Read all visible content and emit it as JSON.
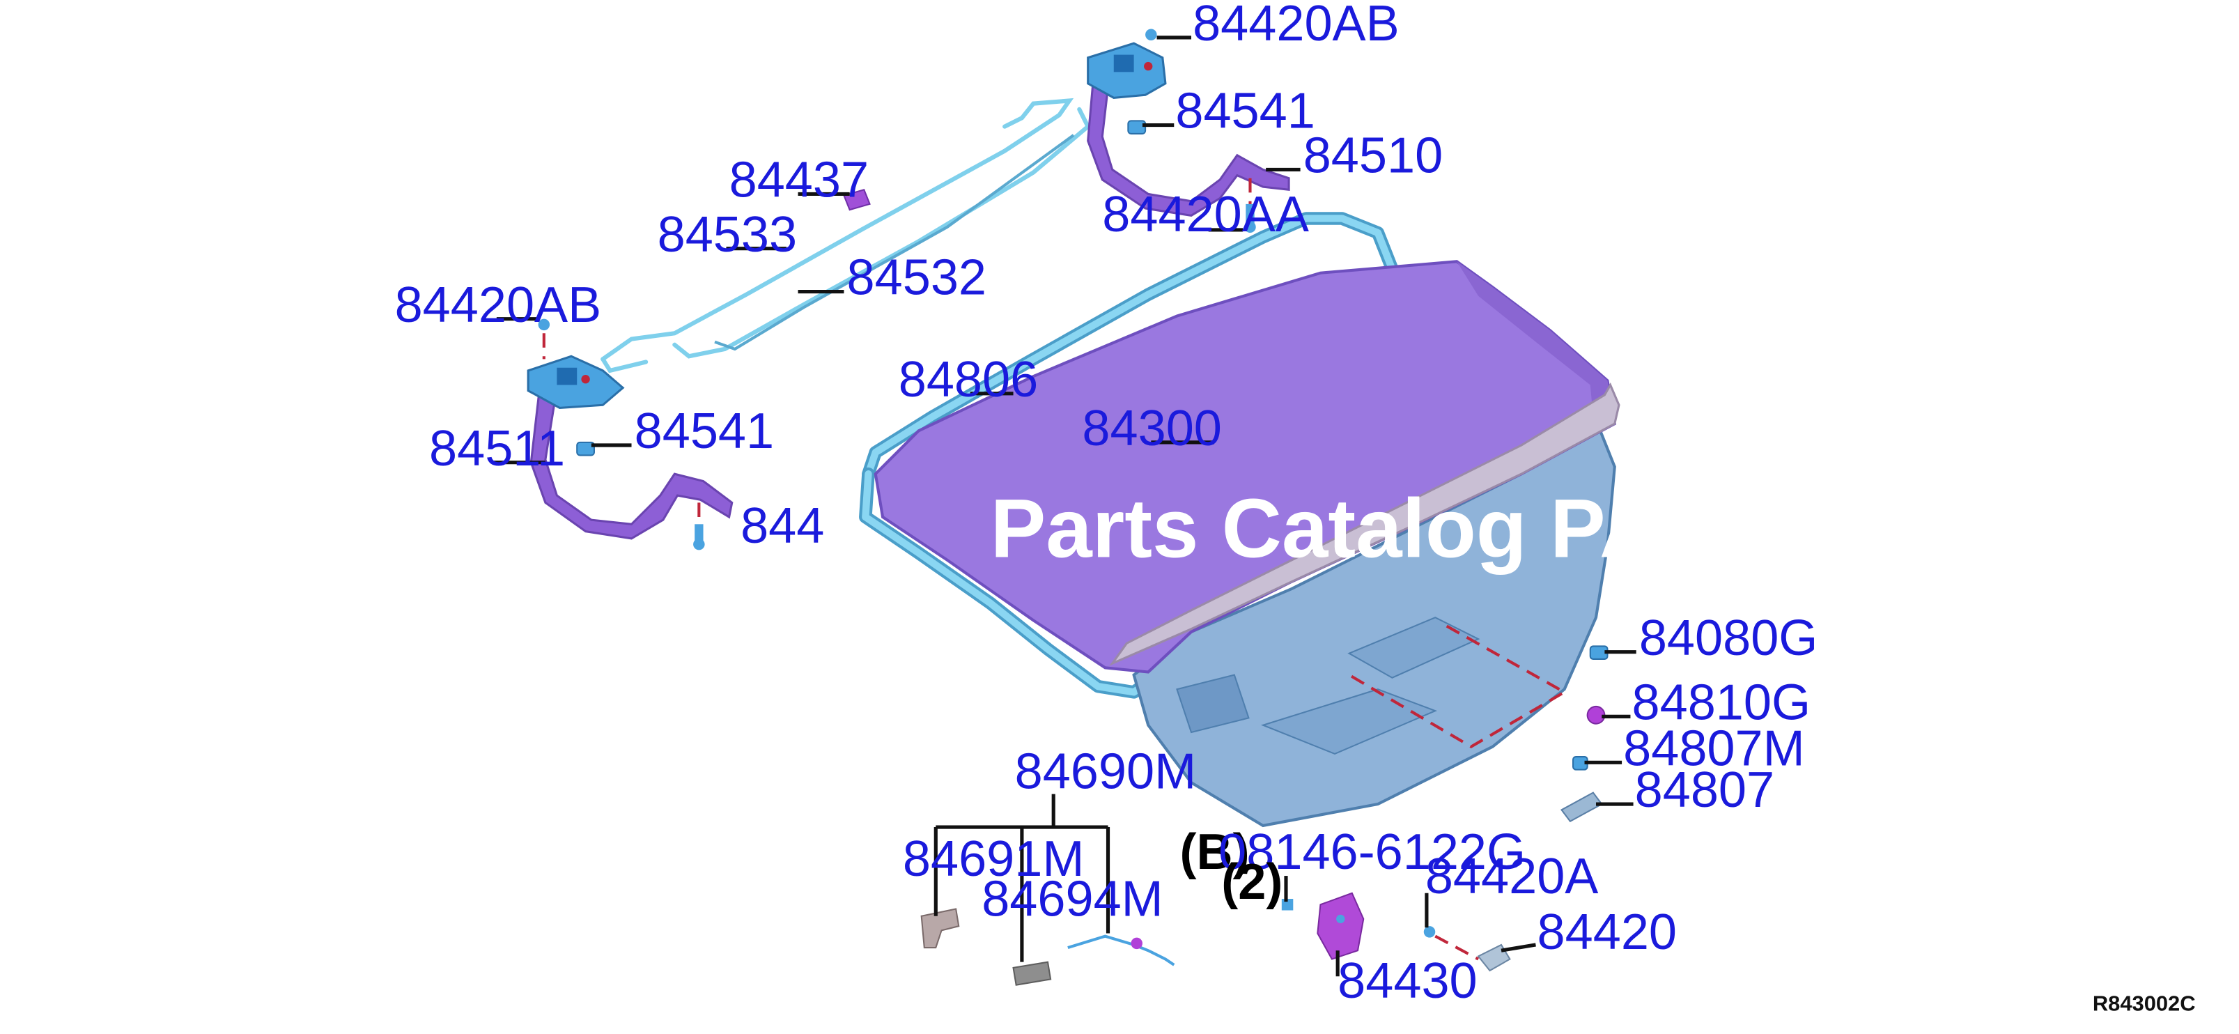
{
  "labels": {
    "p84420AB_top": "84420AB",
    "p84541_right": "84541",
    "p84510": "84510",
    "p84420AA": "84420AA",
    "p84437": "84437",
    "p84533": "84533",
    "p84532": "84532",
    "p84420AB_left": "84420AB",
    "p84541_left": "84541",
    "p84511": "84511",
    "p84420AA_left": "844",
    "p84806": "84806",
    "p84300": "84300",
    "p84080G": "84080G",
    "p84810G": "84810G",
    "p84807M": "84807M",
    "p84807": "84807",
    "p84690M": "84690M",
    "p84691M": "84691M",
    "p84694M": "84694M",
    "bolt_marker": "(B)",
    "bolt_part": "08146-6122G",
    "bolt_qty": "(2)",
    "p84420A": "84420A",
    "p84420": "84420",
    "p84430": "84430"
  },
  "watermark": "Parts Catalog PA",
  "catalog_code": "R843002C",
  "colors": {
    "label": "#1a1adc",
    "trunk_lid": "#9a78e0",
    "inner_panel": "#8fb3d9",
    "weatherstrip": "#6ec3e6",
    "hinge_arm": "#8d5fd6",
    "hinge_bracket": "#4aa3e0",
    "torsion_bar": "#7fd0ec",
    "spoiler_strip": "#c9bfd4"
  },
  "icons": [
    "trunk-lid-icon",
    "weatherstrip-icon",
    "hinge-icon",
    "torsion-bar-icon",
    "clip-icon",
    "bolt-icon",
    "latch-icon",
    "striker-icon",
    "lamp-icon",
    "handle-icon"
  ]
}
